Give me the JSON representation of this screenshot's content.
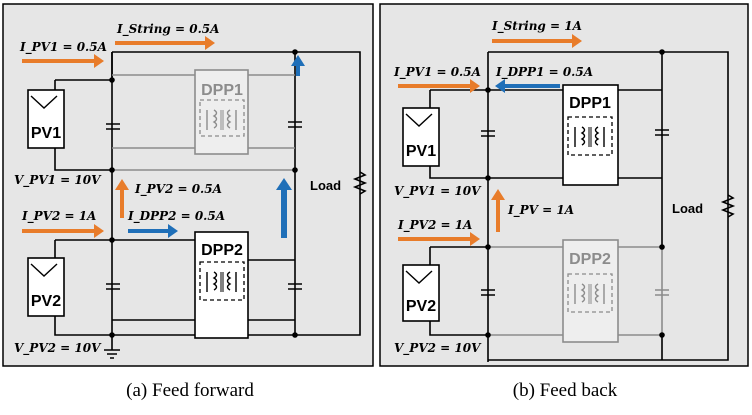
{
  "panel_a": {
    "caption": "(a)  Feed forward",
    "labels": {
      "i_string": "I_String = 0.5A",
      "i_pv1": "I_PV1 = 0.5A",
      "v_pv1": "V_PV1 = 10V",
      "i_pv2_dpp": "I_PV2 = 0.5A",
      "i_pv2": "I_PV2 = 1A",
      "i_dpp2": "I_DPP2 = 0.5A",
      "v_pv2": "V_PV2 = 10V"
    },
    "blocks": {
      "pv1": "PV1",
      "pv2": "PV2",
      "dpp1": "DPP1",
      "dpp2": "DPP2",
      "load": "Load"
    }
  },
  "panel_b": {
    "caption": "(b)  Feed back",
    "labels": {
      "i_string": "I_String = 1A",
      "i_pv1": "I_PV1 = 0.5A",
      "i_dpp1": "I_DPP1 = 0.5A",
      "v_pv1": "V_PV1 = 10V",
      "i_pv": "I_PV = 1A",
      "i_pv2": "I_PV2 = 1A",
      "v_pv2": "V_PV2 = 10V"
    },
    "blocks": {
      "pv1": "PV1",
      "pv2": "PV2",
      "dpp1": "DPP1",
      "dpp2": "DPP2",
      "load": "Load"
    }
  },
  "colors": {
    "orange_arrow": "#e87c2a",
    "blue_arrow": "#1f6fb8",
    "inactive": "#8c8c8c"
  }
}
